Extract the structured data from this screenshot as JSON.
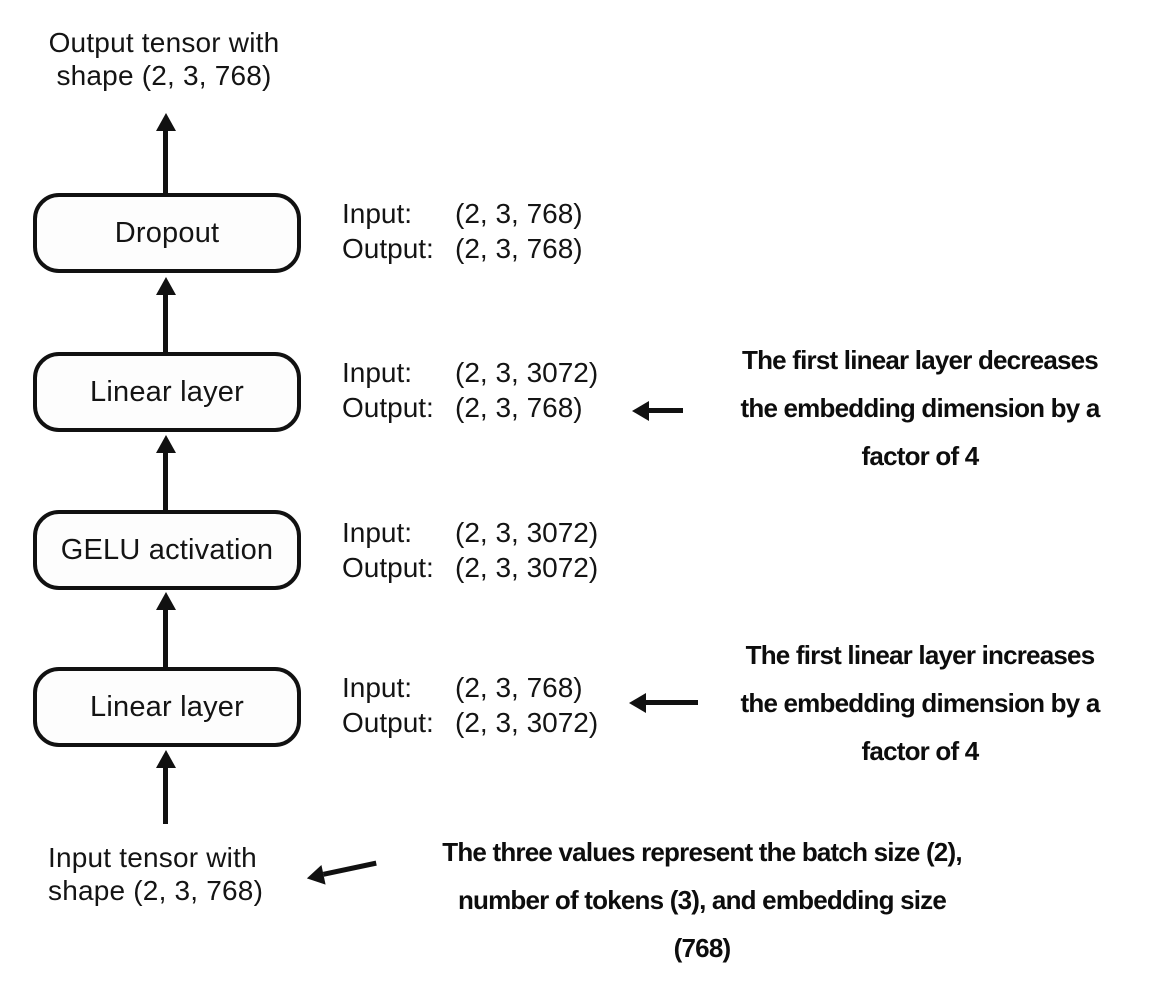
{
  "diagram": {
    "colors": {
      "ink": "#111111",
      "background": "#ffffff"
    },
    "icons": {
      "up_arrow": "arrow-up-icon (css triangle + shaft)",
      "left_arrow": "arrow-left-icon (css triangle + shaft)"
    },
    "output_tensor": {
      "line1": "Output tensor with",
      "line2": "shape (2, 3, 768)"
    },
    "input_tensor": {
      "line1": "Input tensor with",
      "line2": "shape (2, 3, 768)"
    },
    "layers": [
      {
        "name": "Dropout",
        "io": {
          "input_label": "Input:",
          "input_value": "(2, 3, 768)",
          "output_label": "Output:",
          "output_value": "(2, 3, 768)"
        }
      },
      {
        "name": "Linear layer",
        "io": {
          "input_label": "Input:",
          "input_value": "(2, 3, 3072)",
          "output_label": "Output:",
          "output_value": "(2, 3, 768)"
        }
      },
      {
        "name": "GELU activation",
        "io": {
          "input_label": "Input:",
          "input_value": "(2, 3, 3072)",
          "output_label": "Output:",
          "output_value": "(2, 3, 3072)"
        }
      },
      {
        "name": "Linear layer",
        "io": {
          "input_label": "Input:",
          "input_value": "(2, 3, 768)",
          "output_label": "Output:",
          "output_value": "(2, 3, 3072)"
        }
      }
    ],
    "notes": [
      {
        "lines": [
          "The first linear layer decreases",
          "the embedding dimension by a",
          "factor of 4"
        ]
      },
      {
        "lines": [
          "The first linear layer increases",
          "the embedding dimension by a",
          "factor of 4"
        ]
      },
      {
        "lines": [
          "The three values represent the batch size (2),",
          "number of tokens (3), and embedding size",
          "(768)"
        ]
      }
    ]
  }
}
